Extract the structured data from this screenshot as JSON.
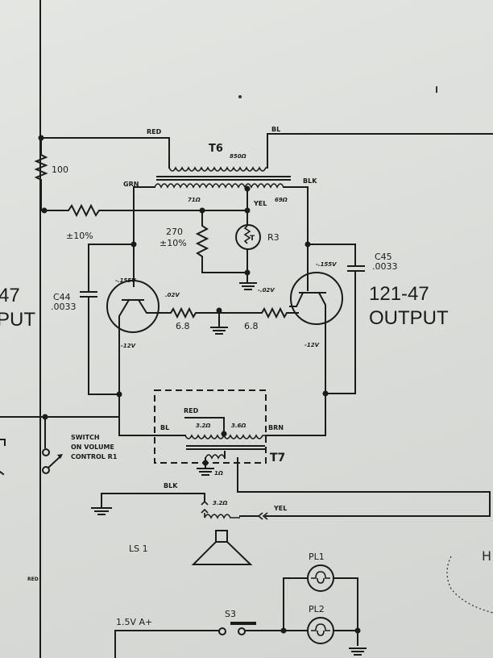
{
  "diagram": {
    "type": "transistor push-pull audio output schematic",
    "ink_color": "#1b1b1b",
    "paper_color": "#dcdedb"
  },
  "labels": {
    "t6": "T6",
    "t6_primary_ohms": "850Ω",
    "t6_wire_red": "RED",
    "t6_wire_bl": "BL",
    "t6_wire_grn": "GRN",
    "t6_wire_blk": "BLK",
    "t6_wire_yel": "YEL",
    "t6_sec_left_ohms": "71Ω",
    "t6_sec_right_ohms": "69Ω",
    "r100": "100",
    "r_bias_tol": "±10%",
    "r270_value": "270",
    "r270_tol": "±10%",
    "r3": "R3",
    "c44_name": "C44",
    "c44_value": ".0033",
    "c45_name": "C45",
    "c45_value": ".0033",
    "q_left_collector_v": "-.155V",
    "q_left_base_v": ".02V",
    "q_left_emitter_v": "-12V",
    "q_right_collector_v": "-.155V",
    "q_right_base_v": "-.02V",
    "q_right_emitter_v": "-12V",
    "r_emitter_left": "6.8",
    "r_emitter_right": "6.8",
    "left_partial_number": "47",
    "left_partial_output": "PUT",
    "right_transistor_number": "121-47",
    "right_transistor_output": "OUTPUT",
    "t7": "T7",
    "t7_wire_red": "RED",
    "t7_wire_bl": "BL",
    "t7_wire_brn": "BRN",
    "t7_left_ohms": "3.2Ω",
    "t7_right_ohms": "3.6Ω",
    "t7_sec_ohms": "1Ω",
    "switch_line1": "SWITCH",
    "switch_line2": "ON VOLUME",
    "switch_line3": "CONTROL R1",
    "spk_wire_blk": "BLK",
    "spk_wire_yel": "YEL",
    "spk_ohms": "3.2Ω",
    "ls1": "LS 1",
    "pl1": "PL1",
    "pl2": "PL2",
    "s3": "S3",
    "battery": "1.5V  A+",
    "left_wire_red": "RED",
    "margin_handwriting": "H"
  }
}
